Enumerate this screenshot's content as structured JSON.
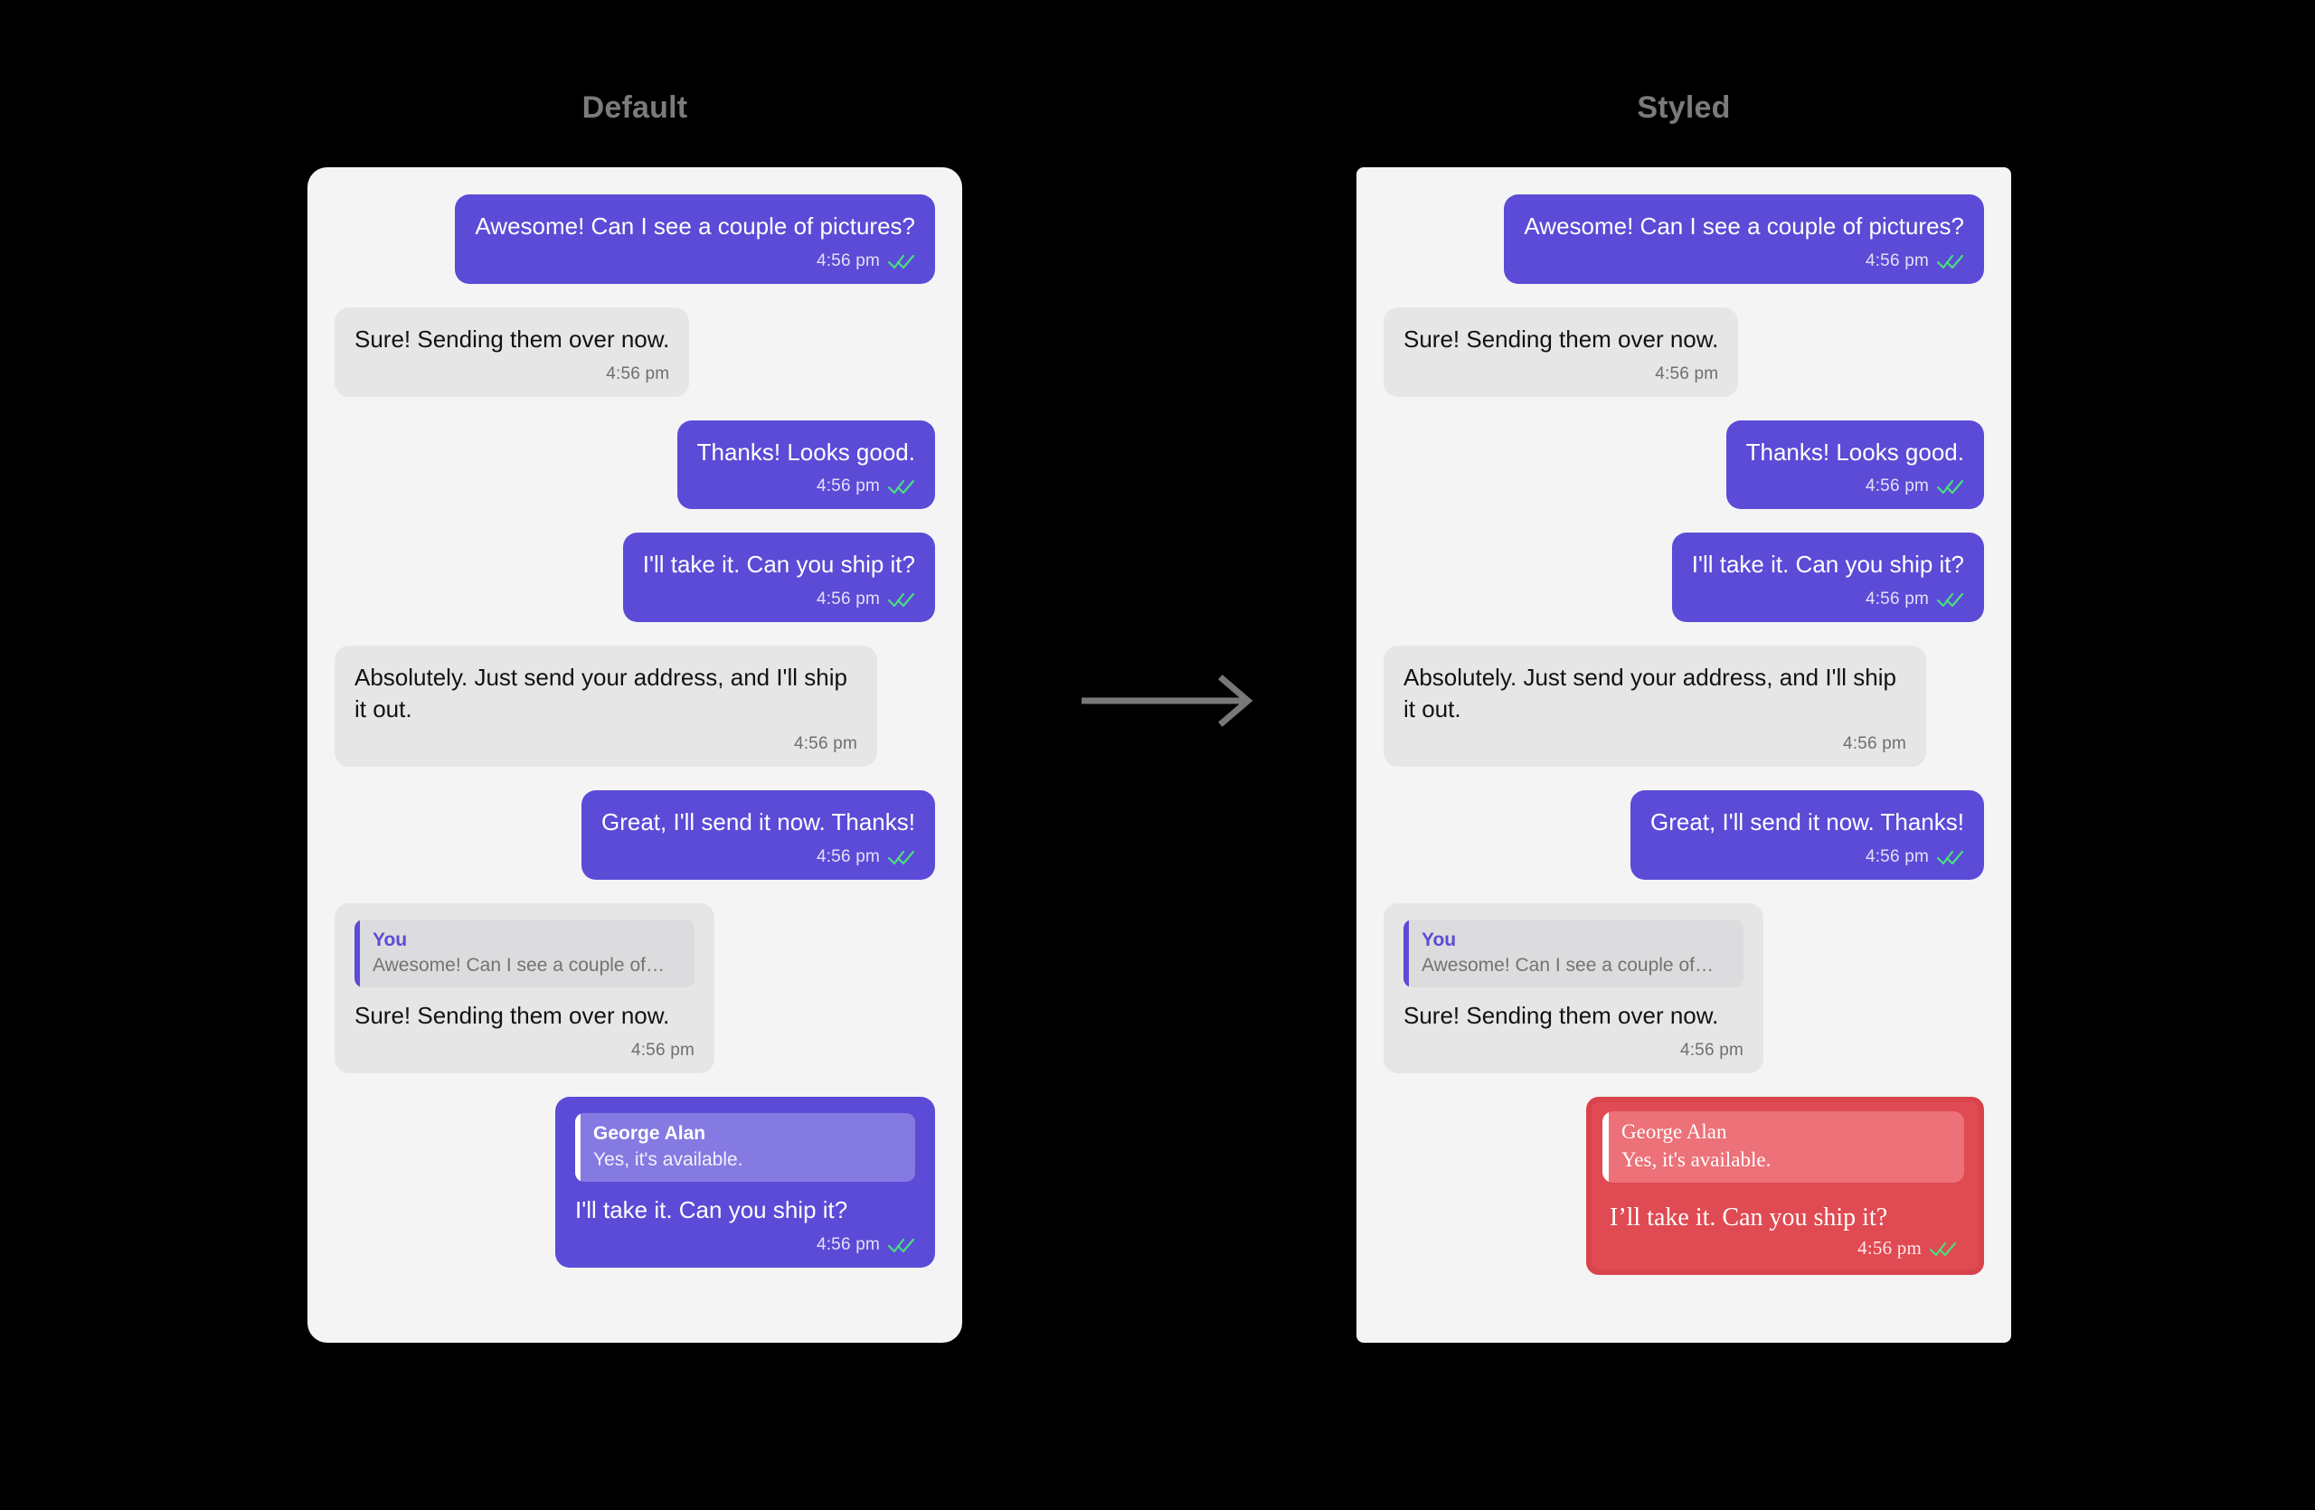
{
  "columns": [
    {
      "id": "default",
      "title": "Default",
      "panel_radius": "22px",
      "messages": [
        {
          "dir": "out",
          "variant": "outgoing",
          "text": "Awesome! Can I see a couple of pictures?",
          "time": "4:56 pm",
          "ticks": true
        },
        {
          "dir": "in",
          "variant": "incoming",
          "text": "Sure! Sending them over now.",
          "time": "4:56 pm",
          "ticks": false
        },
        {
          "dir": "out",
          "variant": "outgoing",
          "text": "Thanks! Looks good.",
          "time": "4:56 pm",
          "ticks": true
        },
        {
          "dir": "out",
          "variant": "outgoing",
          "text": "I'll take it. Can you ship it?",
          "time": "4:56 pm",
          "ticks": true
        },
        {
          "dir": "in",
          "variant": "incoming",
          "text": "Absolutely. Just send your address, and I'll ship it out.",
          "time": "4:56 pm",
          "ticks": false
        },
        {
          "dir": "out",
          "variant": "outgoing",
          "text": "Great, I'll send it now. Thanks!",
          "time": "4:56 pm",
          "ticks": true
        },
        {
          "dir": "in",
          "variant": "incoming",
          "text": "Sure! Sending them over now.",
          "time": "4:56 pm",
          "ticks": false,
          "quote": {
            "author": "You",
            "snippet": "Awesome! Can I see a couple of…"
          }
        },
        {
          "dir": "out",
          "variant": "outgoing",
          "text": "I'll take it. Can you ship it?",
          "time": "4:56 pm",
          "ticks": true,
          "quote": {
            "author": "George Alan",
            "snippet": "Yes, it's available."
          }
        }
      ]
    },
    {
      "id": "styled",
      "title": "Styled",
      "panel_radius": "8px",
      "messages": [
        {
          "dir": "out",
          "variant": "outgoing",
          "text": "Awesome! Can I see a couple of pictures?",
          "time": "4:56 pm",
          "ticks": true
        },
        {
          "dir": "in",
          "variant": "incoming",
          "text": "Sure! Sending them over now.",
          "time": "4:56 pm",
          "ticks": false
        },
        {
          "dir": "out",
          "variant": "outgoing",
          "text": "Thanks! Looks good.",
          "time": "4:56 pm",
          "ticks": true
        },
        {
          "dir": "out",
          "variant": "outgoing",
          "text": "I'll take it. Can you ship it?",
          "time": "4:56 pm",
          "ticks": true
        },
        {
          "dir": "in",
          "variant": "incoming",
          "text": "Absolutely. Just send your address, and I'll ship it out.",
          "time": "4:56 pm",
          "ticks": false
        },
        {
          "dir": "out",
          "variant": "outgoing",
          "text": "Great, I'll send it now. Thanks!",
          "time": "4:56 pm",
          "ticks": true
        },
        {
          "dir": "in",
          "variant": "incoming",
          "text": "Sure! Sending them over now.",
          "time": "4:56 pm",
          "ticks": false,
          "quote": {
            "author": "You",
            "snippet": "Awesome! Can I see a couple of…"
          }
        },
        {
          "dir": "out",
          "variant": "styled-red",
          "text": "I’ll take it. Can you ship it?",
          "time": "4:56 pm",
          "ticks": true,
          "quote": {
            "author": "George Alan",
            "snippet": "Yes, it's available."
          }
        }
      ]
    }
  ],
  "arrow": {
    "name": "transition-arrow",
    "color": "#787878"
  },
  "colors": {
    "background": "#000000",
    "panel": "#f4f4f5",
    "incoming_bubble": "#e6e6e6",
    "outgoing_bubble": "#5b4bd6",
    "styled_bubble": "#e04a52",
    "styled_bubble_border": "#d9434b",
    "styled_quote": "#ec7178",
    "outgoing_quote": "#8579e2",
    "incoming_quote": "#dcdcde",
    "tick_green": "#4ade80",
    "title_gray": "#7b7b7b"
  }
}
